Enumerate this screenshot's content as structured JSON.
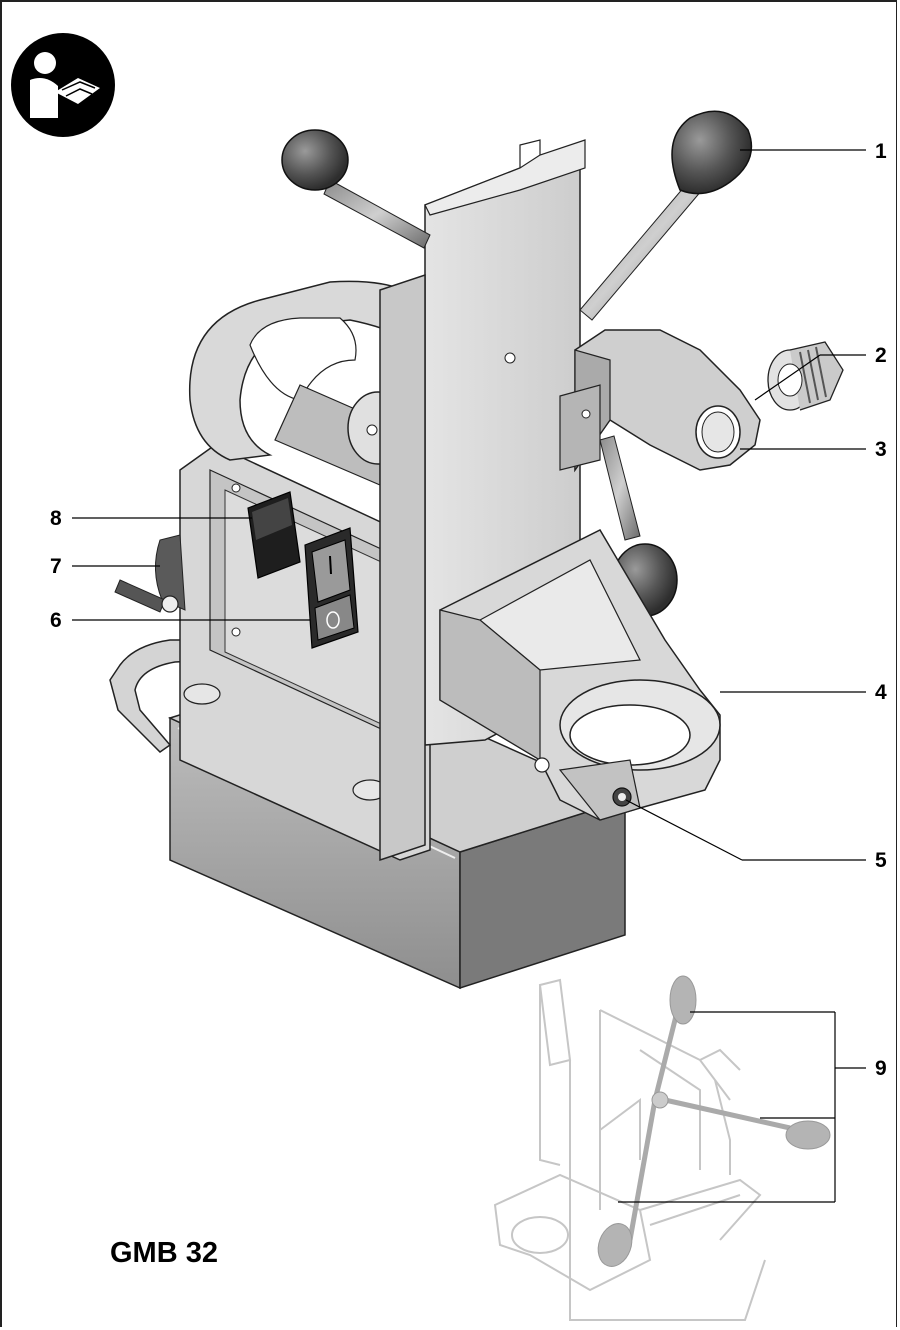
{
  "icon": "read-manual-icon",
  "model": "GMB 32",
  "callouts": [
    {
      "id": "1",
      "label": "1"
    },
    {
      "id": "2",
      "label": "2"
    },
    {
      "id": "3",
      "label": "3"
    },
    {
      "id": "4",
      "label": "4"
    },
    {
      "id": "5",
      "label": "5"
    },
    {
      "id": "6",
      "label": "6"
    },
    {
      "id": "7",
      "label": "7"
    },
    {
      "id": "8",
      "label": "8"
    },
    {
      "id": "9",
      "label": "9"
    }
  ],
  "colors": {
    "body": "#d9d9d9",
    "body_dark": "#b8b8b8",
    "body_shade": "#9c9c9c",
    "knob": "#555555",
    "ghost": "#c9c9c9"
  }
}
